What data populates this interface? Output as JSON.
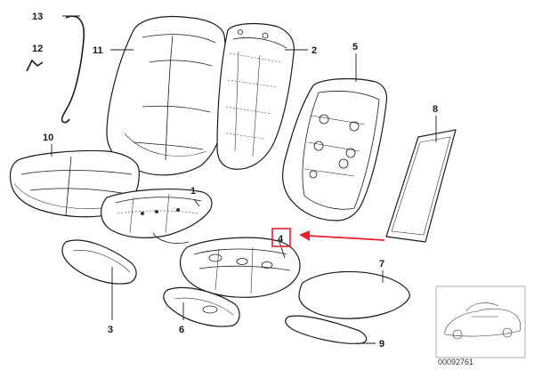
{
  "callouts": {
    "c1": "1",
    "c2": "2",
    "c3": "3",
    "c4": "4",
    "c5": "5",
    "c6": "6",
    "c7": "7",
    "c8": "8",
    "c9": "9",
    "c10": "10",
    "c11": "11",
    "c12": "12",
    "c13": "13"
  },
  "highlight": {
    "target": "4",
    "color": "#e8202a"
  },
  "reference_code": "00092761",
  "colors": {
    "line": "#1a1a1a",
    "background": "#ffffff",
    "highlight": "#e8202a"
  }
}
